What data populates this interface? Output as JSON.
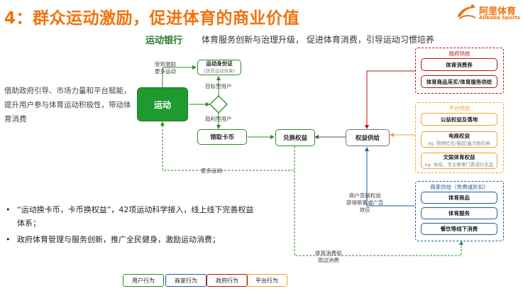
{
  "slide": {
    "title": "4：群众运动激励，促进体育的商业价值",
    "logo_cn": "阿里体育",
    "logo_en": "Alibaba Sports",
    "subtitle_heading": "运动银行",
    "subtitle_text": "体育服务创新与治理升级， 促进体育消费，引导运动习惯培养",
    "left_description": "借助政府引导、市场力量和平台赋能，提升用户参与体育运动积极性，带动体育消费",
    "bullets": [
      "“运动换卡币，卡币换权益”，42项运动科学接入，线上线下完善权益体系；",
      "政府体育管理与服务创新，推广全民健身，激励运动消费；"
    ],
    "bullet_marker": "•"
  },
  "diagram": {
    "motivated_label": "受到激励\n更多运动",
    "sport_identity": "运动身份证",
    "sport_identity_sub": "(获得运动效果)",
    "sport": "运动",
    "target_user": "目标型用户",
    "profit_user": "趋利型用户",
    "get_coins": "领取卡币",
    "redeem": "兑换权益",
    "rights_supply": "权益供给",
    "more_sport": "更多运动",
    "merchant_contrib": "商户贡献权益\n获得新客或广告\n效应",
    "consumption": "体育消费和\n周边消费",
    "gov": {
      "title": "政府供给",
      "items": [
        "体育消费券",
        "体育商品采买/体育服务供给"
      ]
    },
    "platform": {
      "title": "平台供给",
      "items": [
        {
          "name": "公益权益及落地",
          "sub": ""
        },
        {
          "name": "电商权益",
          "sub": "eg. 购物红包/猫超/盒马抵扣券"
        },
        {
          "name": "文娱体育权益",
          "sub": "eg. 体综、专业赛事门票或衍生品"
        }
      ]
    },
    "merchant": {
      "title": "商家供给（免费或折扣）",
      "items": [
        "体育商品",
        "体育服务",
        "餐饮等线下消费"
      ]
    }
  },
  "legend": [
    "用户行为",
    "商家行为",
    "政府行为",
    "平台行为"
  ],
  "colors": {
    "accent_orange": "#f0720c",
    "user_green": "#2a8a2a",
    "merchant_blue": "#1f5e9c",
    "gov_red": "#b51212",
    "platform_orange": "#f0a030"
  }
}
